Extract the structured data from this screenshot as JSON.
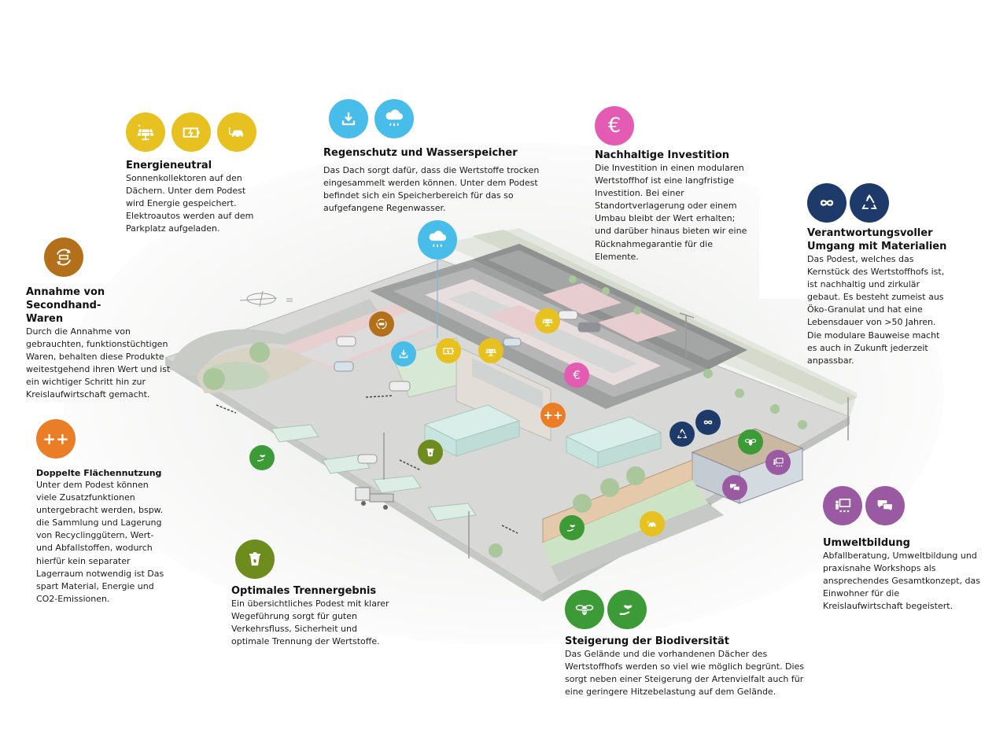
{
  "colors": {
    "yellow": "#e7c120",
    "sky": "#49bde9",
    "magenta": "#e45bb4",
    "navy": "#1d3a6b",
    "brown": "#b36f1a",
    "orange": "#ea7d25",
    "olive": "#6e8c1e",
    "green": "#3c9b37",
    "purple": "#9a5aa1"
  },
  "blocks": {
    "energy": {
      "title": "Energieneutral",
      "text": "Sonnenkollektoren auf den\nDächern. Unter dem Podest\nwird Energie gespeichert.\nElektroautos werden auf dem\nParkplatz aufgeladen.",
      "icons": [
        "solar-panel-icon",
        "battery-charging-icon",
        "ev-charging-car-icon"
      ]
    },
    "rain": {
      "title": "Regenschutz und Wasserspeicher",
      "text": "Das Dach sorgt dafür, dass die Wertstoffe trocken\neingesammelt werden können. Unter dem Podest\nbefindet sich ein Speicherbereich  für das so\naufgefangene Regenwasser.",
      "icons": [
        "download-tray-icon",
        "rain-cloud-icon"
      ]
    },
    "invest": {
      "title": "Nachhaltige Investition",
      "text": "Die Investition in einen modularen\nWertstoffhof ist eine langfristige\nInvestition. Bei einer\nStandortverlagerung oder einem\nUmbau bleibt der Wert erhalten;\nund darüber hinaus bieten wir eine\nRücknahmegarantie für die\nElemente.",
      "icons": [
        "euro-icon"
      ],
      "euro_symbol": "€"
    },
    "materials": {
      "title": "Verantwortungsvoller\nUmgang mit Materialien",
      "text": "Das Podest, welches das\nKernstück des Wertstoffhofs ist,\nist nachhaltig und zirkulär\ngebaut. Es besteht zumeist aus\nÖko-Granulat und hat eine\nLebensdauer von >50 Jahren.\nDie modulare Bauweise macht\nes auch in Zukunft jederzeit\nanpassbar.",
      "icons": [
        "infinity-loop-icon",
        "recycle-icon"
      ]
    },
    "secondhand": {
      "title": "Annahme von Secondhand-\nWaren",
      "text": "Durch die Annahme von\ngebrauchten, funktionstüchtigen\nWaren, behalten diese Produkte\nweitestgehend ihren Wert und ist\nein wichtiger Schritt hin zur\nKreislaufwirtschaft gemacht.",
      "icons": [
        "sofa-cycle-icon"
      ]
    },
    "double": {
      "title": "Doppelte Flächennutzung",
      "text": "Unter dem Podest können\nviele Zusatzfunktionen\nuntergebracht werden, bspw.\ndie Sammlung und Lagerung\nvon Recyclinggütern, Wert-\nund Abfallstoffen, wodurch\nhierfür kein separater\nLagerraum notwendig ist Das\nspart Material, Energie und\nCO2-Emissionen.",
      "icons": [
        "plus-plus-icon"
      ],
      "plus_symbol": "++"
    },
    "sorting": {
      "title": "Optimales Trennergebnis",
      "text": "Ein übersichtliches Podest mit klarer\nWegeführung sorgt für guten\nVerkehrsfluss, Sicherheit und\noptimale Trennung der Wertstoffe.",
      "icons": [
        "eco-bin-icon"
      ]
    },
    "bio": {
      "title": "Steigerung der Biodiversität",
      "text": "Das Gelände und die vorhandenen Dächer des\nWertstoffhofs werden so viel wie möglich begrünt. Dies\nsorgt neben einer Steigerung der Artenvielfalt auch für\neine geringere Hitzebelastung auf dem Gelände.",
      "icons": [
        "bee-icon",
        "hand-plant-icon"
      ]
    },
    "edu": {
      "title": "Umweltbildung",
      "text": "Abfallberatung, Umweltbildung und\npraxisnahe Workshops als\nansprechendes Gesamtkonzept, das\nEinwohner für die\nKreislaufwirtschaft begeistert.",
      "icons": [
        "teacher-board-icon",
        "speech-bubbles-icon"
      ]
    }
  }
}
